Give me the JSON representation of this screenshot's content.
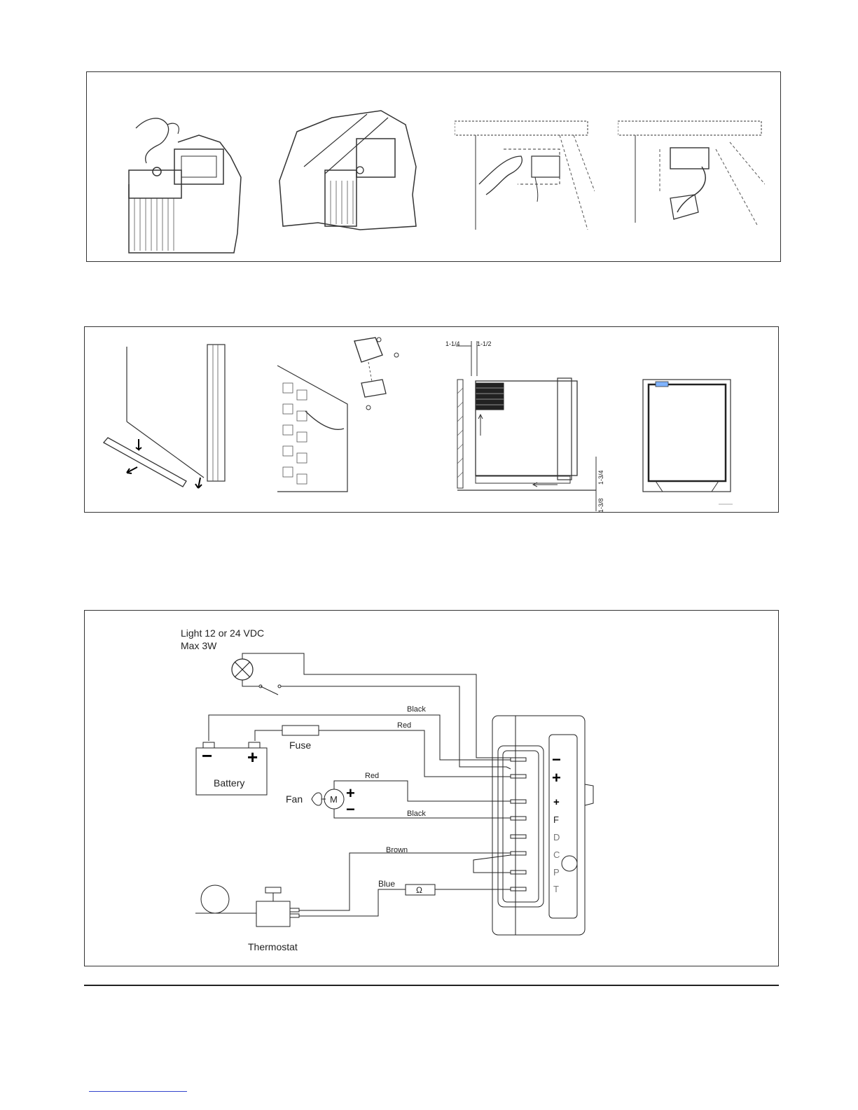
{
  "wiring": {
    "light_line1": "Light 12 or 24 VDC",
    "light_line2": "Max 3W",
    "wire_black_top": "Black",
    "wire_red_top": "Red",
    "fuse": "Fuse",
    "battery": "Battery",
    "battery_minus": "−",
    "battery_plus": "+",
    "fan": "Fan",
    "motor": "M",
    "fan_plus": "+",
    "fan_minus": "−",
    "wire_red_fan": "Red",
    "wire_black_fan": "Black",
    "wire_brown": "Brown",
    "wire_blue": "Blue",
    "resistor": "Ω",
    "thermostat": "Thermostat",
    "terminals": [
      "−",
      "+",
      "+",
      "F",
      "D",
      "C",
      "P",
      "T"
    ]
  },
  "dimensions": {
    "top_a": "1-1/4",
    "top_b": "1-1/2",
    "side_a": "1-3/4",
    "side_b": "1-3/8"
  }
}
